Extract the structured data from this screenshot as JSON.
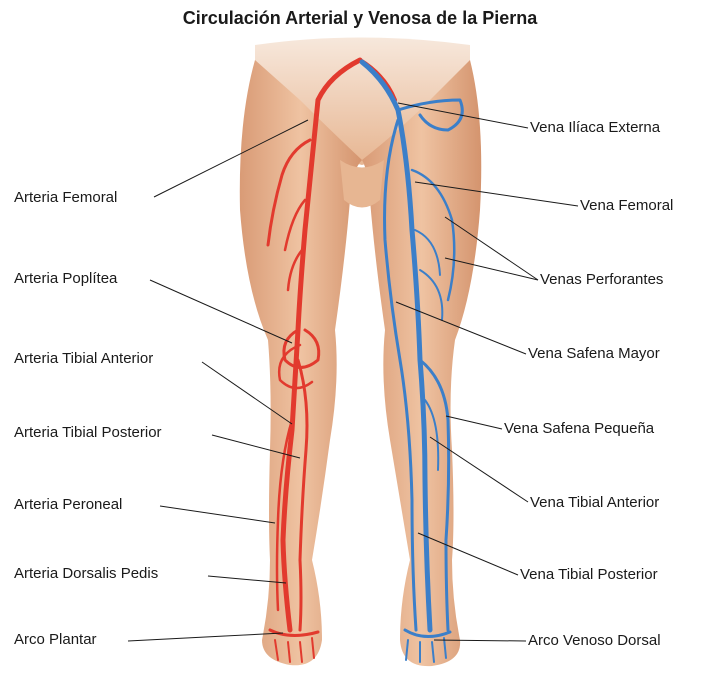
{
  "title": "Circulación Arterial y Venosa de la Pierna",
  "colors": {
    "artery": "#e23a2e",
    "vein": "#3b7fc9",
    "skin": "#e9b894",
    "skin_shadow": "#c98f6a"
  },
  "labels_left": [
    "Arteria Femoral",
    "Arteria Poplítea",
    "Arteria Tibial Anterior",
    "Arteria Tibial Posterior",
    "Arteria Peroneal",
    "Arteria Dorsalis Pedis",
    "Arco Plantar"
  ],
  "labels_right": [
    "Vena Ilíaca Externa",
    "Vena Femoral",
    "Venas Perforantes",
    "Vena Safena Mayor",
    "Vena Safena Pequeña",
    "Vena Tibial Anterior",
    "Vena Tibial Posterior",
    "Arco Venoso Dorsal"
  ]
}
